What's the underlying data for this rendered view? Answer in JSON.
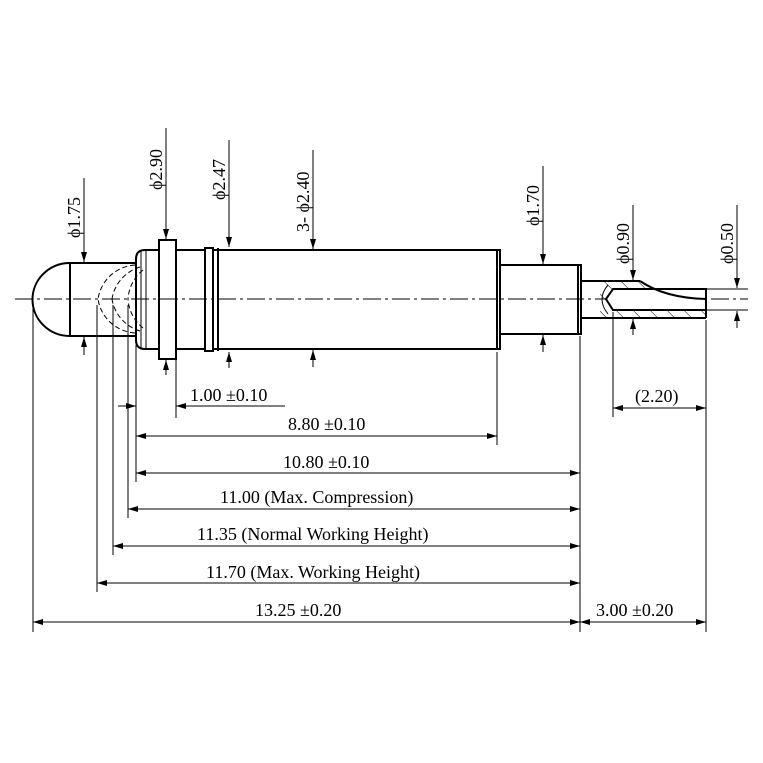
{
  "drawing": {
    "diameters": {
      "d_tip": "ϕ1.75",
      "d_flange": "ϕ2.90",
      "d_groove": "ϕ2.47",
      "d_barrel": "3- ϕ2.40",
      "d_tail": "ϕ1.70",
      "d_tube_outer": "ϕ0.90",
      "d_tube_inner": "ϕ0.50"
    },
    "lengths": {
      "flange": "1.00 ±0.10",
      "barrel": "8.80 ±0.10",
      "body": "10.80 ±0.10",
      "max_compression": "11.00 (Max. Compression)",
      "normal_height": "11.35 (Normal Working Height)",
      "max_height": "11.70 (Max. Working Height)",
      "overall": "13.25 ±0.20",
      "tail": "3.00 ±0.20",
      "cup": "(2.20)"
    }
  }
}
